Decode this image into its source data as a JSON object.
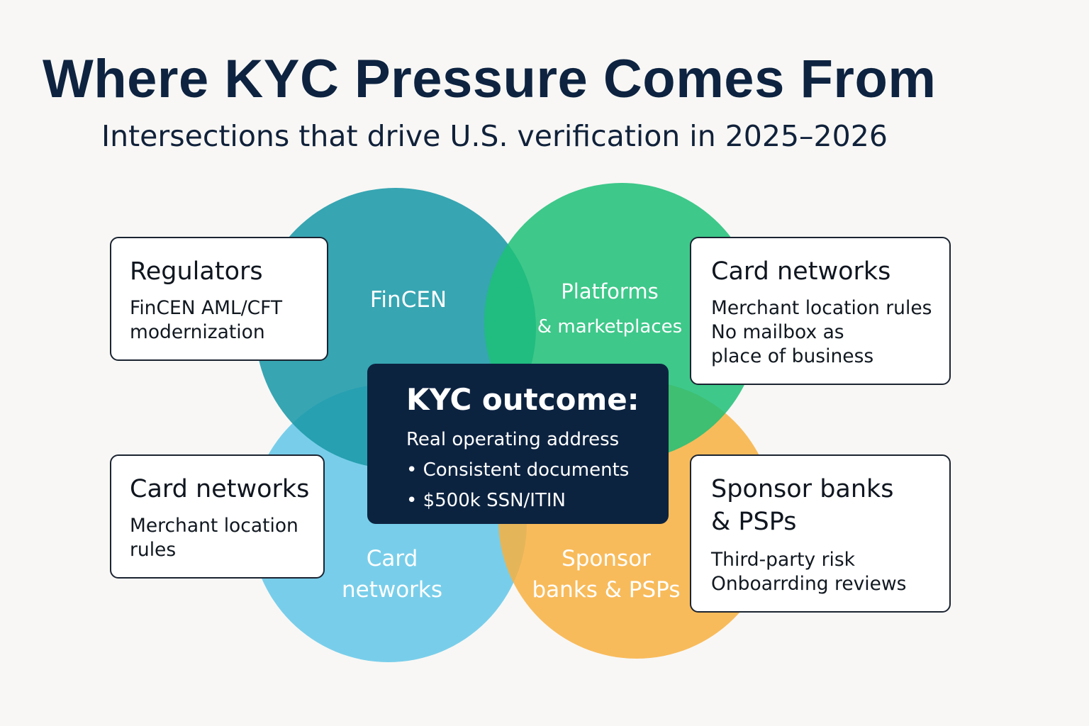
{
  "header": {
    "title": "Where KYC Pressure Comes From",
    "subtitle": "Intersections that drive U.S. verification in 2025–2026"
  },
  "colors": {
    "background": "#f8f7f5",
    "title": "#0d2340",
    "fincen_circle": "#1b9aa8",
    "platforms_circle": "#1dbf77",
    "card_networks_circle": "#5bc4e8",
    "sponsor_banks_circle": "#f8b040",
    "outcome_box": "#0c2340"
  },
  "circles": {
    "fincen": {
      "label": "FinCEN"
    },
    "platforms": {
      "label_line1": "Platforms",
      "label_line2": "& marketplaces"
    },
    "card_networks": {
      "label_line1": "Card",
      "label_line2": "networks"
    },
    "sponsor_banks": {
      "label_line1": "Sponsor",
      "label_line2": "banks & PSPs"
    }
  },
  "outcome": {
    "title": "KYC outcome:",
    "lines": [
      "Real operating address",
      "• Consistent documents",
      "• $500k SSN/ITIN"
    ]
  },
  "cards": {
    "regulators": {
      "title": "Regulators",
      "lines": [
        "FinCEN AML/CFT",
        "modernization"
      ]
    },
    "card_networks_top": {
      "title": "Card networks",
      "lines": [
        "Merchant location  rules",
        "No mailbox as",
        "place of business"
      ]
    },
    "card_networks_bottom": {
      "title": "Card networks",
      "lines": [
        "Merchant location",
        "rules"
      ]
    },
    "sponsor_banks": {
      "title_line1": "Sponsor banks",
      "title_line2": "& PSPs",
      "lines": [
        "Third-party risk",
        "Onboarrding  reviews"
      ]
    }
  }
}
